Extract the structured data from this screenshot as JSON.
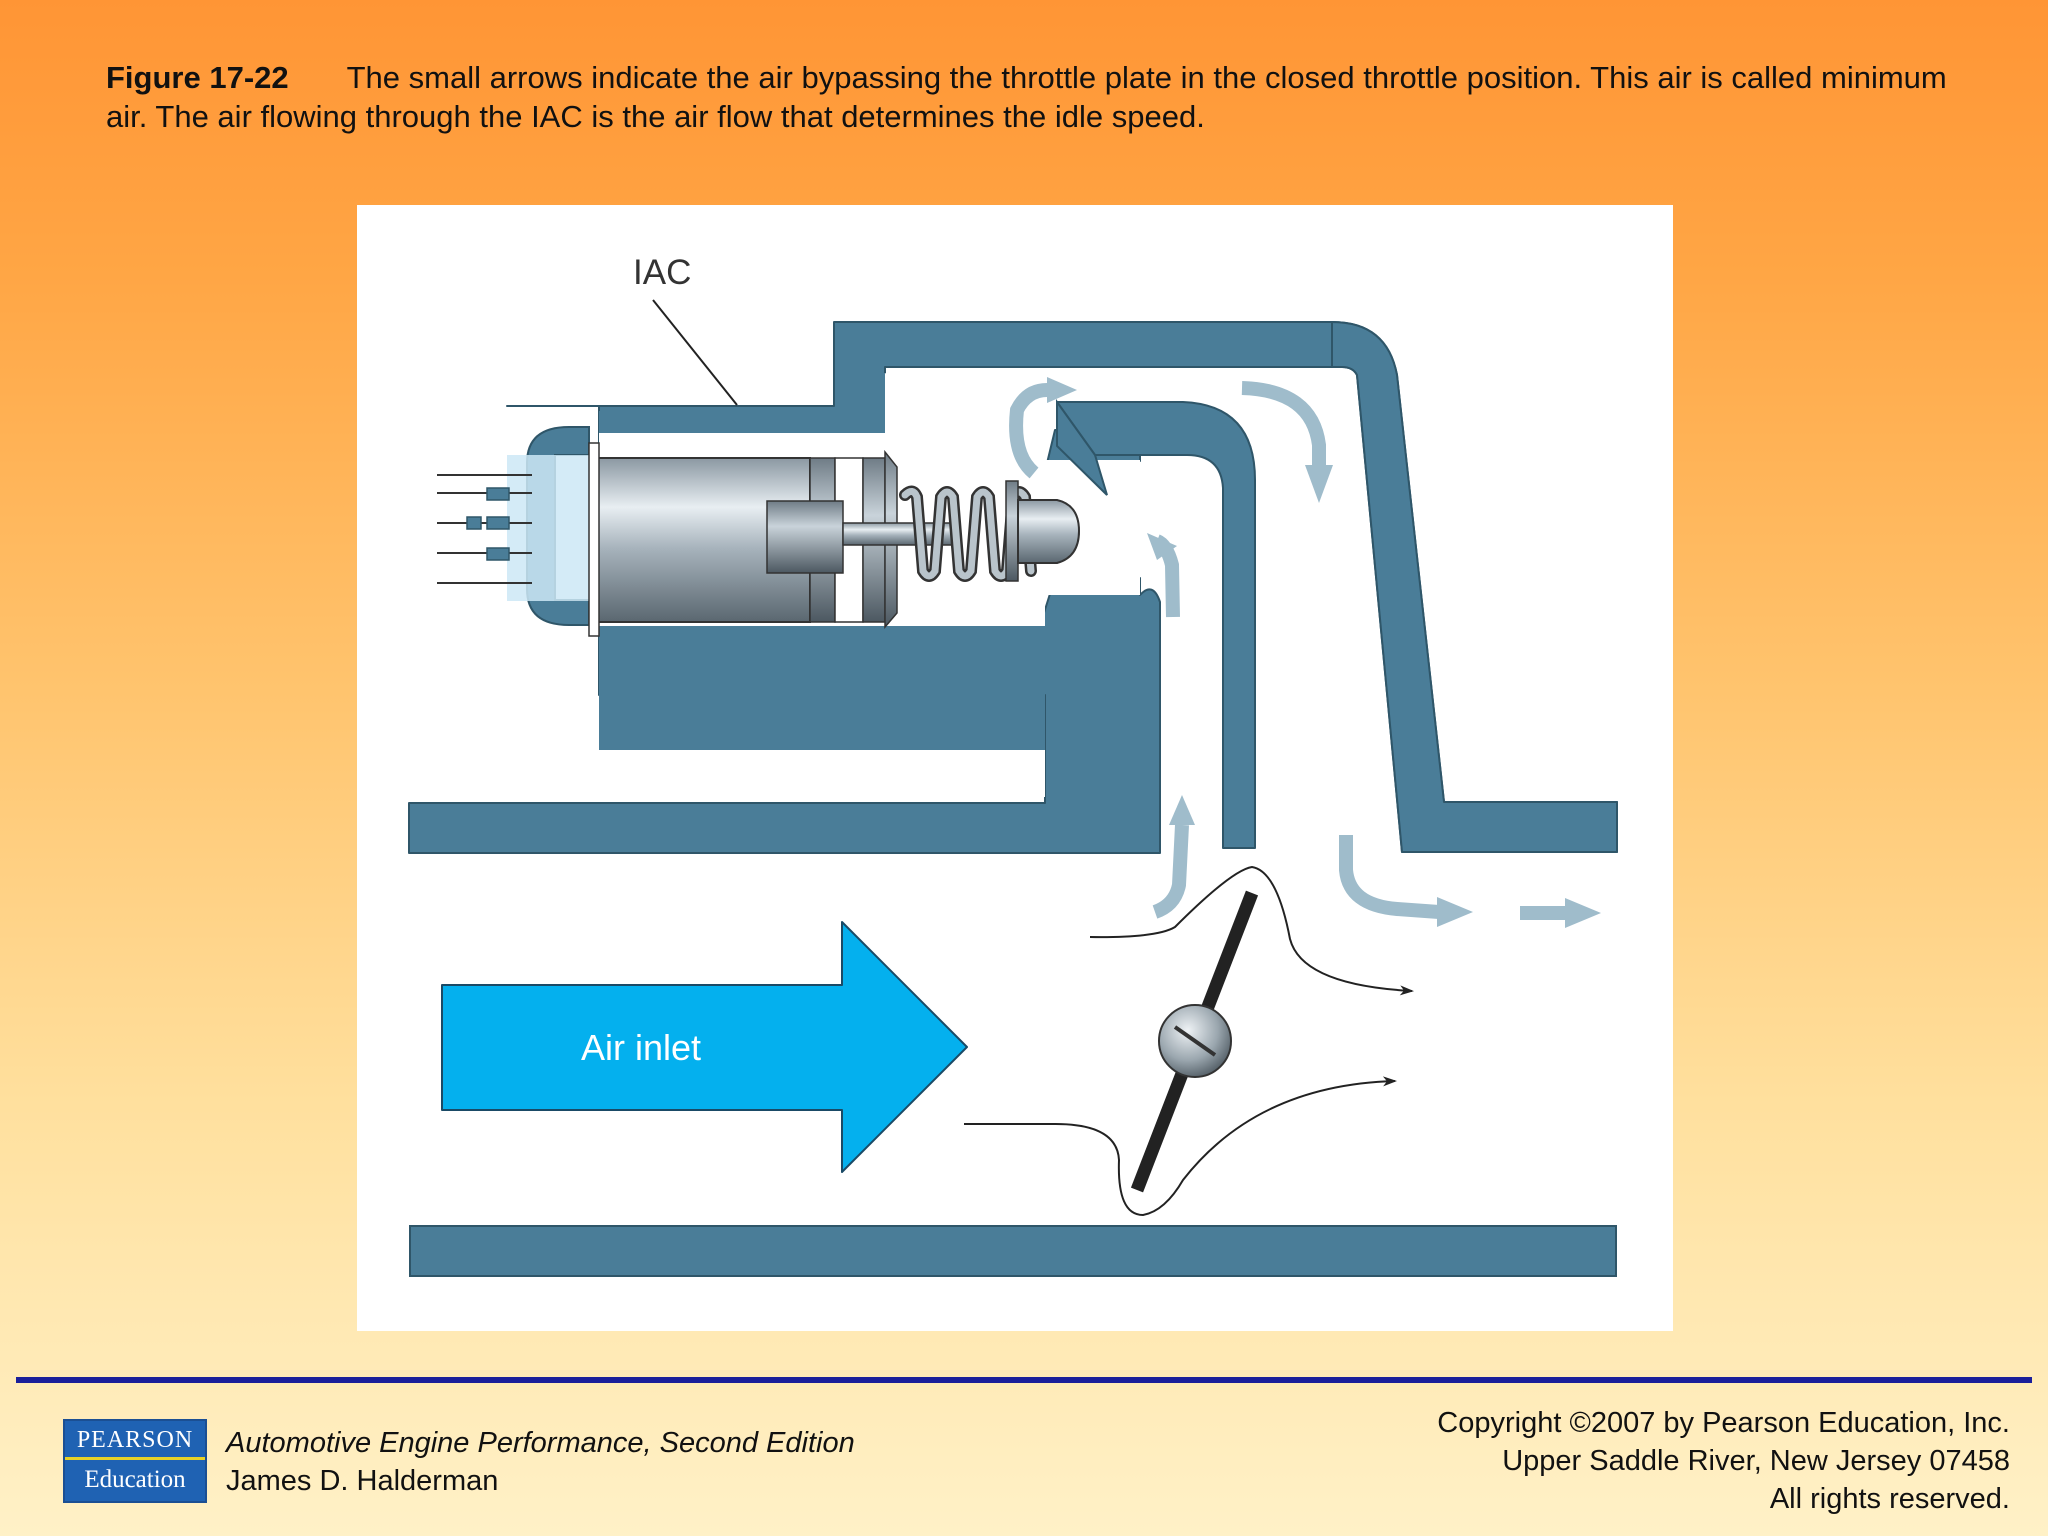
{
  "caption": {
    "figure_number": "Figure 17-22",
    "text": "The small arrows indicate the air bypassing the throttle plate in the closed throttle position. This air is called minimum air. The air flowing through the IAC is the air flow that determines the idle speed."
  },
  "diagram": {
    "iac_label": "IAC",
    "air_inlet_label": "Air inlet",
    "colors": {
      "housing": "#4a7d98",
      "housing_outline": "#2f5669",
      "air_inlet_arrow": "#04b0ee",
      "small_arrows": "#9fbccb",
      "connector_glow": "#cde8f6"
    }
  },
  "footer": {
    "logo_top": "PEARSON",
    "logo_bottom": "Education",
    "book_title": "Automotive Engine Performance, Second Edition",
    "author": "James D. Halderman",
    "copyright_line1": "Copyright ©2007 by Pearson Education, Inc.",
    "copyright_line2": "Upper Saddle River, New Jersey 07458",
    "copyright_line3": "All rights reserved."
  }
}
